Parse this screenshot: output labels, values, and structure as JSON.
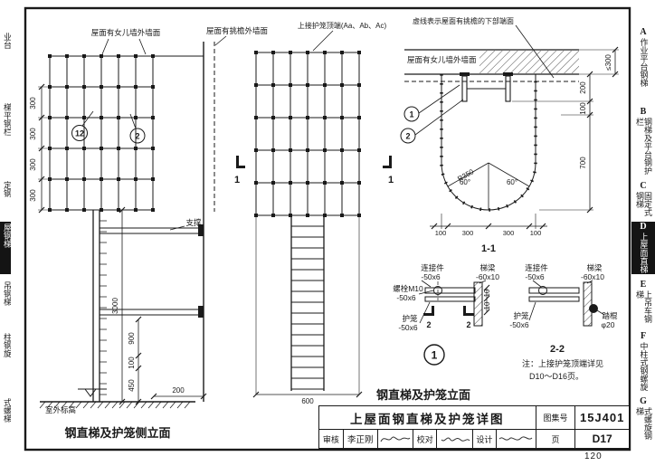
{
  "colors": {
    "ink": "#1a1a1a",
    "paper": "#ffffff",
    "active_tab_bg": "#141414",
    "active_tab_fg": "#ffffff"
  },
  "page": {
    "number": "120"
  },
  "annotations": {
    "parapet_wall": "屋面有女儿墙外墙面",
    "eave_wall": "屋面有挑檐外墙面",
    "cage_top": "上接护笼顶端(Aa、Ab、Ac)",
    "dashed_note": "虚线表示屋面有挑檐的下部端面",
    "plan_parapet": "屋面有女儿墙外墙面",
    "support": "支撑",
    "outdoor_level": "室外标高",
    "note_line1": "注：上接护笼顶端详见",
    "note_line2": "D10～D16页。"
  },
  "captions": {
    "side_elevation": "钢直梯及护笼侧立面",
    "front_elevation": "钢直梯及护笼立面",
    "section_11": "1-1",
    "section_22": "2-2"
  },
  "callouts": {
    "c1": "1",
    "c2": "2",
    "c12": "12"
  },
  "dims": {
    "d300": "300",
    "d3000": "3000",
    "d900": "900",
    "d100": "100",
    "d450": "450",
    "d200": "200",
    "d600": "600",
    "d700": "700",
    "dle300": "≤300",
    "d10": "10",
    "dR350": "R350",
    "d60": "60°"
  },
  "parts": {
    "connector": "连接件",
    "connector_size": "-50x6",
    "beam": "梯梁",
    "beam_size": "-60x10",
    "bolt": "螺栓M10",
    "bolt_size": "-50x6",
    "cage": "护笼",
    "cage_size": "-50x6",
    "rung": "踏棍",
    "rung_size": "φ20"
  },
  "titleblock": {
    "drawing_title": "上屋面钢直梯及护笼详图",
    "atlas_label": "图集号",
    "atlas_no": "15J401",
    "page_label": "页",
    "page_no": "D17",
    "review_label": "审核",
    "reviewer": "李正刚",
    "check_label": "校对",
    "design_label": "设计"
  },
  "sidebar": {
    "tabs": [
      {
        "letter": "A",
        "label": "作业平台钢梯"
      },
      {
        "letter": "B",
        "label": "钢梯及平台钢护栏"
      },
      {
        "letter": "C",
        "label": "固定式钢梯"
      },
      {
        "letter": "D",
        "label": "上屋面直梯"
      },
      {
        "letter": "E",
        "label": "上吊车钢梯"
      },
      {
        "letter": "F",
        "label": "中柱式钢螺旋"
      },
      {
        "letter": "G",
        "label": "式螺旋钢梯"
      }
    ],
    "left_fragments": [
      {
        "text": "业台"
      },
      {
        "text": "梯平钢栏"
      },
      {
        "text": "定钢"
      },
      {
        "text": "屋钢梯"
      },
      {
        "text": "吊钢梯"
      },
      {
        "text": "柱钢旋"
      },
      {
        "text": "式螺梯"
      }
    ]
  }
}
